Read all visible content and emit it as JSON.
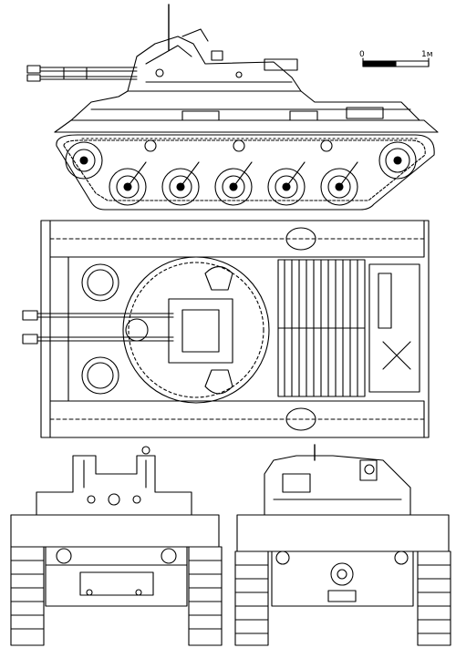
{
  "scale_bar": {
    "start_label": "0",
    "end_label": "1м"
  },
  "views": [
    {
      "id": "side",
      "road_wheels": 5,
      "return_rollers": 3
    },
    {
      "id": "top"
    },
    {
      "id": "front"
    },
    {
      "id": "rear"
    }
  ],
  "colors": {
    "line": "#000000",
    "background": "#ffffff"
  }
}
